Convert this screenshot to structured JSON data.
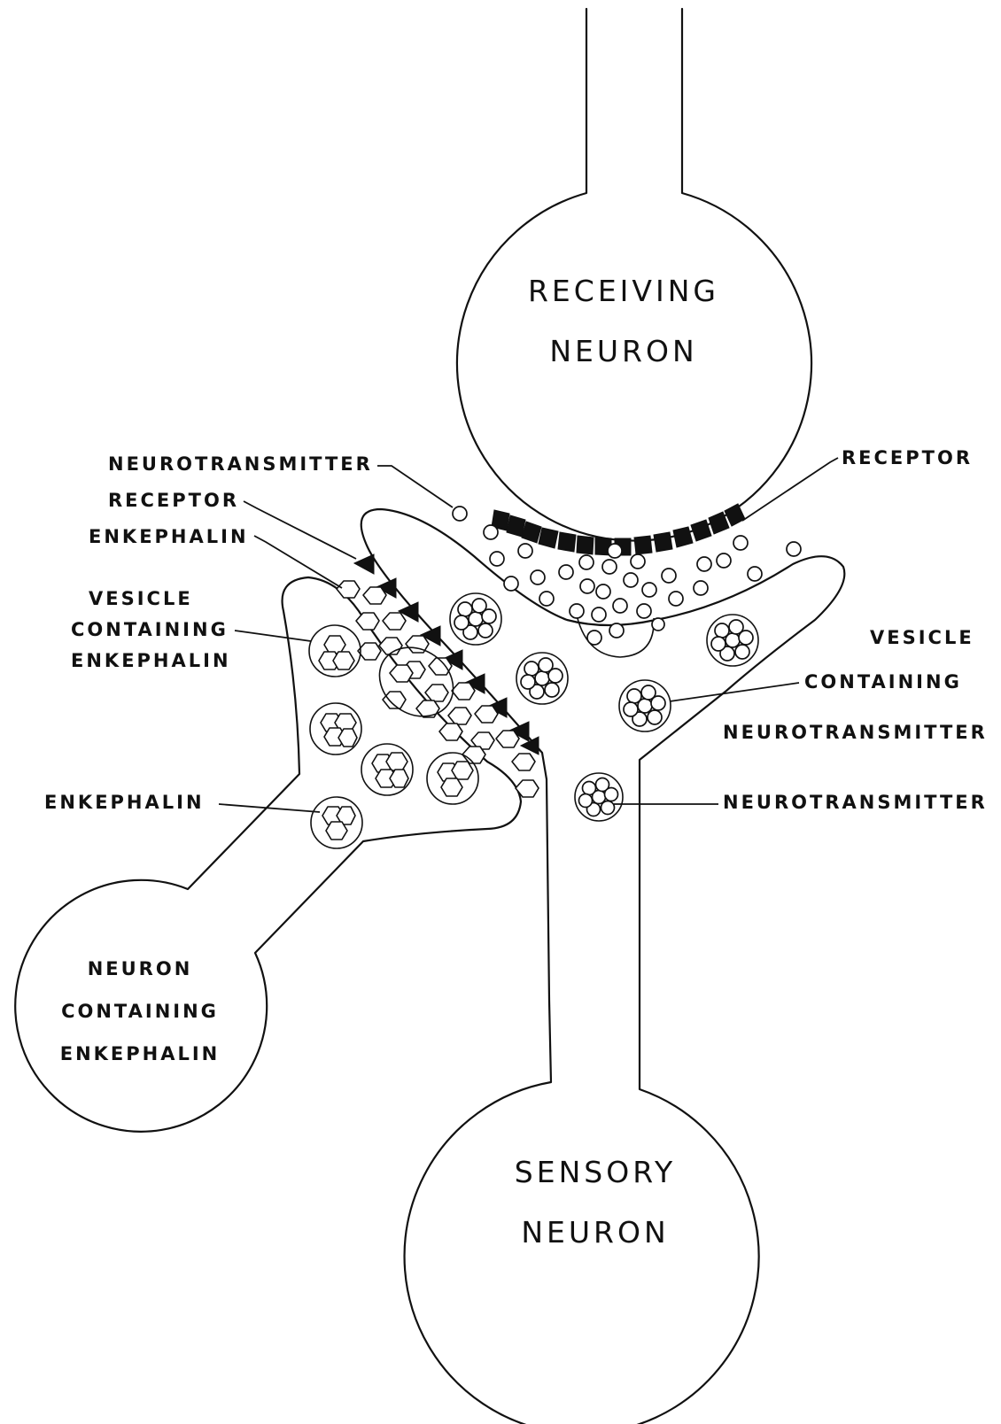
{
  "cells": {
    "receiving": [
      "RECEIVING",
      "NEURON"
    ],
    "sensory": [
      "SENSORY",
      "NEURON"
    ],
    "enkephalin_neuron": [
      "NEURON",
      "CONTAINING",
      "ENKEPHALIN"
    ]
  },
  "labels": {
    "neurotransmitter_top": "NEUROTRANSMITTER",
    "receptor_top_right": "RECEPTOR",
    "receptor_left": "RECEPTOR",
    "enkephalin_left": "ENKEPHALIN",
    "vesicle_enkephalin": [
      "VESICLE",
      "CONTAINING",
      "ENKEPHALIN"
    ],
    "vesicle_neurotransmitter": [
      "VESICLE",
      "CONTAINING",
      "NEUROTRANSMITTER"
    ],
    "enkephalin_bottom": "ENKEPHALIN",
    "neurotransmitter_bottom": "NEUROTRANSMITTER"
  },
  "colors": {
    "ink": "#111111",
    "paper": "#ffffff"
  }
}
